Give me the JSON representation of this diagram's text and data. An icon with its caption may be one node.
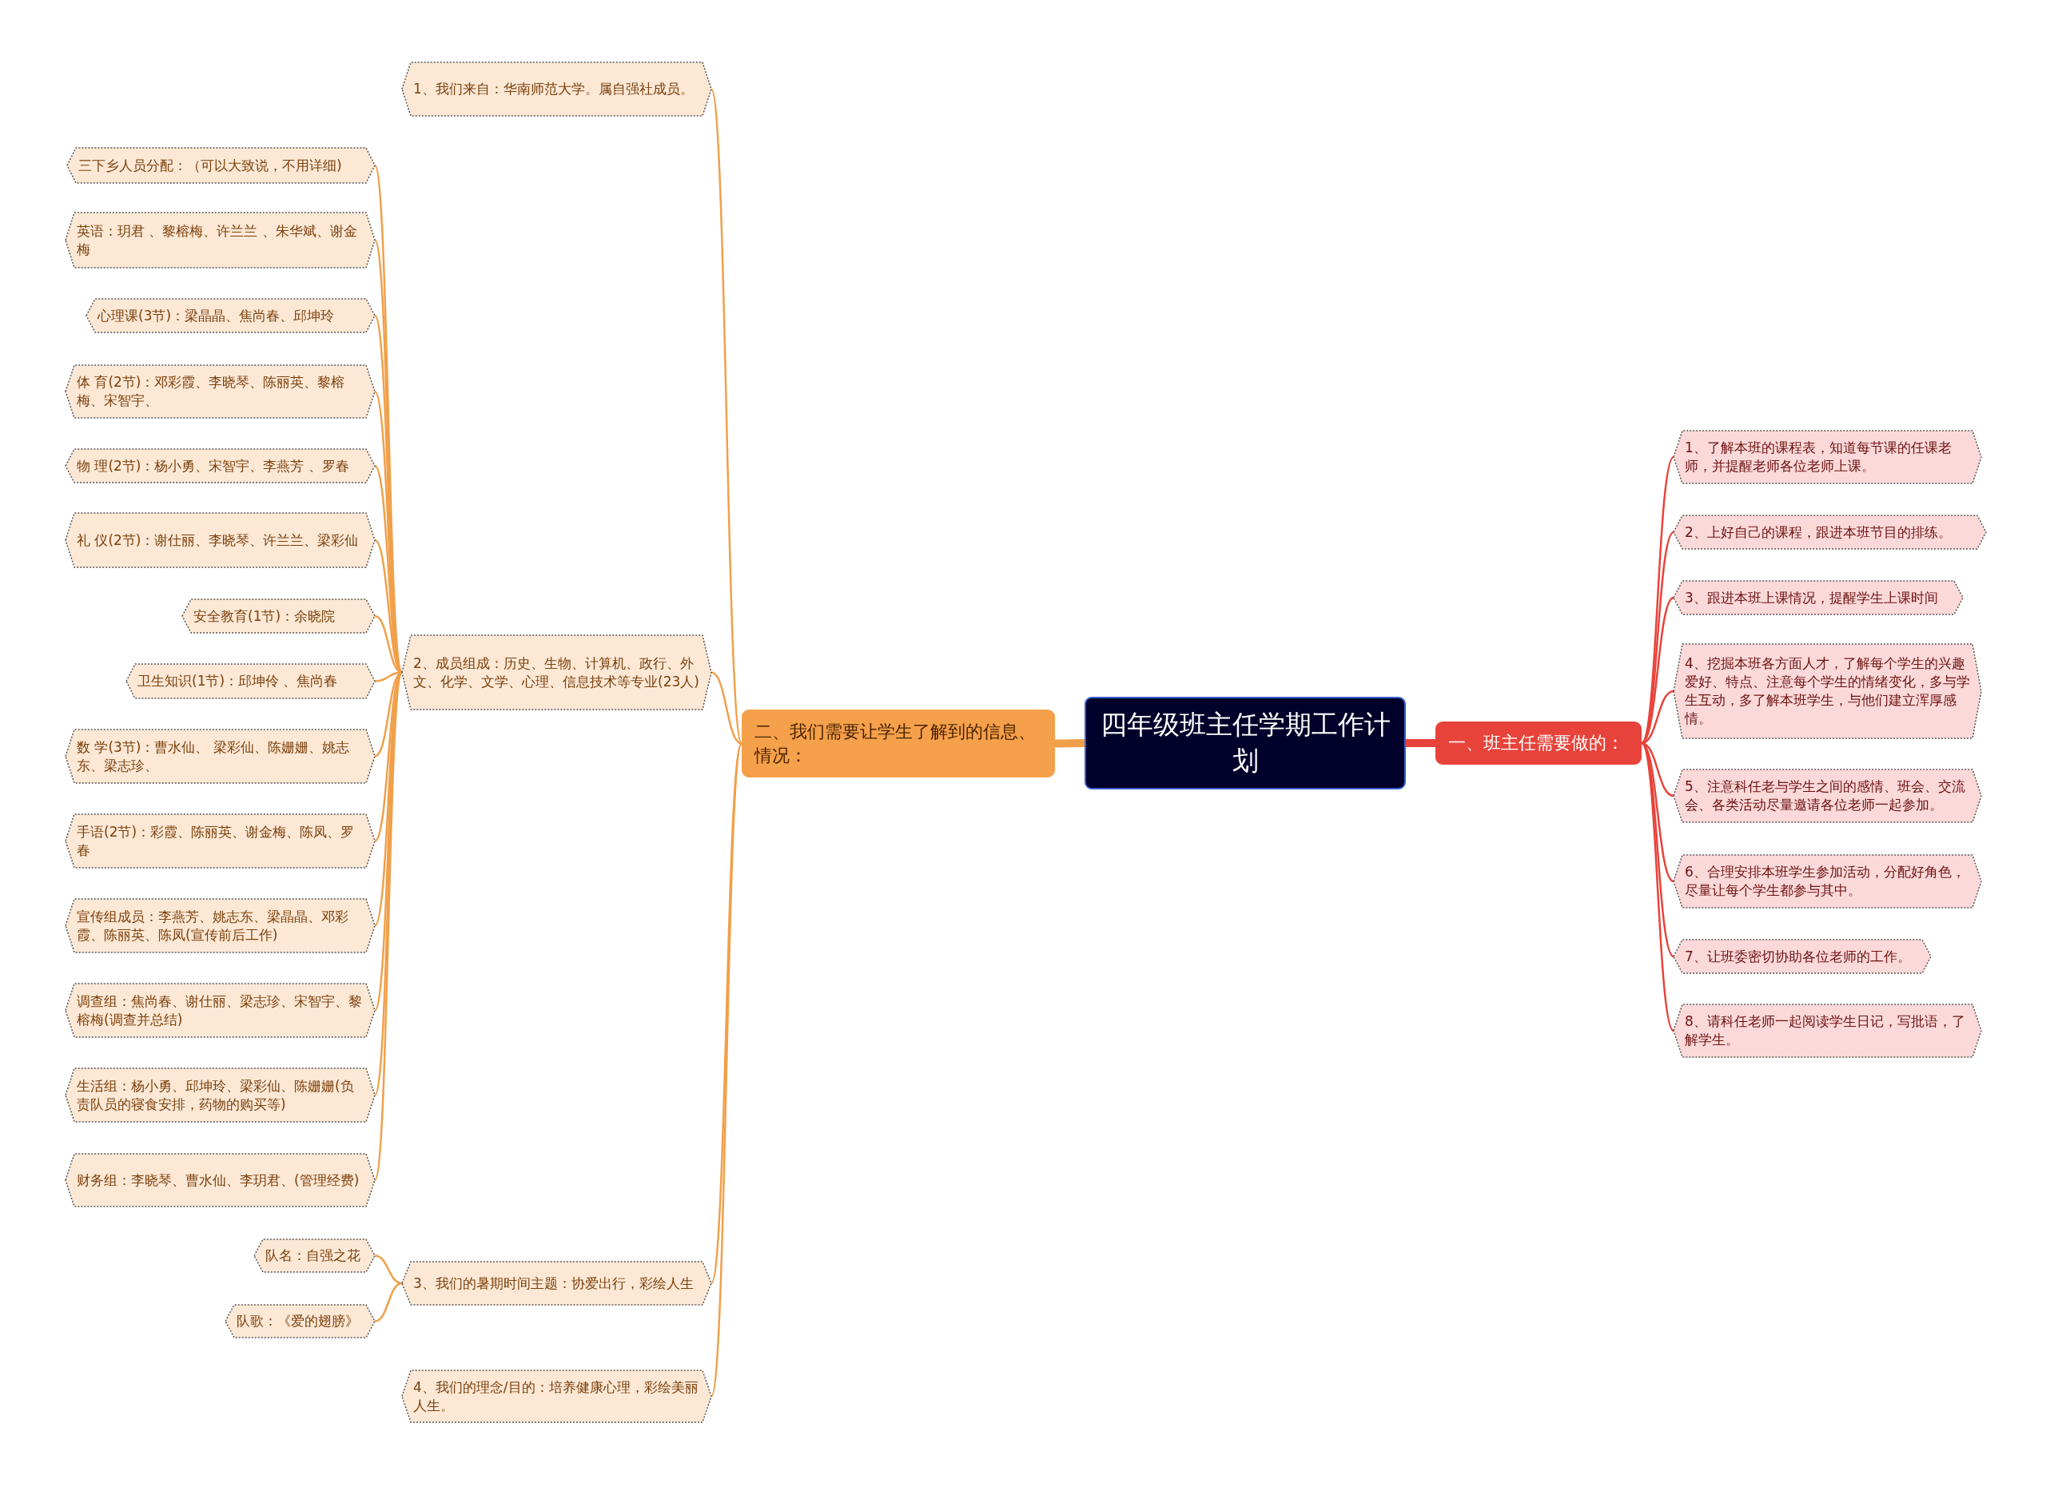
{
  "diagram": {
    "nodes": [
      {
        "text": [
          "四年级班主任学期工作计划"
        ]
      },
      {
        "text": [
          "一、班主任需要做的："
        ]
      },
      {
        "text": [
          "1、了解本班的课程表，知道每节课的任课老师，并提醒老师各位老师上课。"
        ]
      },
      {
        "text": [
          "2、上好自己的课程，跟进本班节目的排练。"
        ]
      },
      {
        "text": [
          "3、跟进本班上课情况，提醒学生上课时间"
        ]
      },
      {
        "text": [
          "4、挖掘本班各方面人才，了解每个学生的兴趣爱好、特点、注意每个学生的情绪变化，多与学生互动，多了解本班学生，与他们建立浑厚感情。"
        ]
      },
      {
        "text": [
          "5、注意科任老与学生之间的感情、班会、交流会、各类活动尽量邀请各位老师一起参加。"
        ]
      },
      {
        "text": [
          "6、合理安排本班学生参加活动，分配好角色，尽量让每个学生都参与其中。"
        ]
      },
      {
        "text": [
          "7、让班委密切协助各位老师的工作。"
        ]
      },
      {
        "text": [
          "8、请科任老师一起阅读学生日记，写批语，了解学生。"
        ]
      },
      {
        "text": [
          "二、我们需要让学生了解到的信息、情况："
        ]
      },
      {
        "text": [
          "1、我们来自：华南师范大学。属自强社成员。"
        ]
      },
      {
        "text": [
          "2、成员组成：历史、生物、计算机、政行、外文、化学、文学、心理、信息技术等专业(23人)"
        ]
      },
      {
        "text": [
          "三下乡人员分配：（可以大致说，不用详细)"
        ]
      },
      {
        "text": [
          "英语：玥君 、黎榕梅、许兰兰 、朱华斌、谢金梅"
        ]
      },
      {
        "text": [
          "心理课(3节)：梁晶晶、焦尚春、邱坤玲"
        ]
      },
      {
        "text": [
          "体 育(2节)：邓彩霞、李晓琴、陈丽英、黎榕梅、宋智宇、"
        ]
      },
      {
        "text": [
          "物 理(2节)：杨小勇、宋智宇、李燕芳 、罗春"
        ]
      },
      {
        "text": [
          "礼 仪(2节)：谢仕丽、李晓琴、许兰兰、梁彩仙"
        ]
      },
      {
        "text": [
          "安全教育(1节)：余晓院"
        ]
      },
      {
        "text": [
          "卫生知识(1节)：邱坤伶 、焦尚春"
        ]
      },
      {
        "text": [
          "数 学(3节)：曹水仙、 梁彩仙、陈姗姗、姚志东、梁志珍、"
        ]
      },
      {
        "text": [
          "手语(2节)：彩霞、陈丽英、谢金梅、陈凤、罗春"
        ]
      },
      {
        "text": [
          "宣传组成员：李燕芳、姚志东、梁晶晶、邓彩霞、陈丽英、陈凤(宣传前后工作)"
        ]
      },
      {
        "text": [
          "调查组：焦尚春、谢仕丽、梁志珍、宋智宇、黎榕梅(调查并总结)"
        ]
      },
      {
        "text": [
          "生活组：杨小勇、邱坤玲、梁彩仙、陈姗姗(负责队员的寝食安排，药物的购买等)"
        ]
      },
      {
        "text": [
          "财务组：李晓琴、曹水仙、李玥君、(管理经费)"
        ]
      },
      {
        "text": [
          "3、我们的暑期时间主题：协爱出行，彩绘人生"
        ]
      },
      {
        "text": [
          "队名：自强之花"
        ]
      },
      {
        "text": [
          "队歌：《爱的翅膀》"
        ]
      },
      {
        "text": [
          "4、我们的理念/目的：培养健康心理，彩绘美丽人生。"
        ]
      }
    ],
    "edges": [
      {
        "from": 0,
        "to": 1,
        "arrow": "none",
        "style": "thick",
        "color": "#e8433b"
      },
      {
        "from": 1,
        "to": 2,
        "arrow": "none",
        "color": "#e8433b"
      },
      {
        "from": 1,
        "to": 3,
        "arrow": "none",
        "color": "#e8433b"
      },
      {
        "from": 1,
        "to": 4,
        "arrow": "none",
        "color": "#e8433b"
      },
      {
        "from": 1,
        "to": 5,
        "arrow": "none",
        "color": "#e8433b"
      },
      {
        "from": 1,
        "to": 6,
        "arrow": "none",
        "color": "#e8433b"
      },
      {
        "from": 1,
        "to": 7,
        "arrow": "none",
        "color": "#e8433b"
      },
      {
        "from": 1,
        "to": 8,
        "arrow": "none",
        "color": "#e8433b"
      },
      {
        "from": 1,
        "to": 9,
        "arrow": "none",
        "color": "#e8433b"
      },
      {
        "from": 0,
        "to": 10,
        "arrow": "none",
        "style": "thick"
      },
      {
        "from": 10,
        "to": 11,
        "arrow": "none"
      },
      {
        "from": 10,
        "to": 12,
        "arrow": "none"
      },
      {
        "from": 12,
        "to": 13,
        "arrow": "none"
      },
      {
        "from": 12,
        "to": 14,
        "arrow": "none"
      },
      {
        "from": 12,
        "to": 15,
        "arrow": "none"
      },
      {
        "from": 12,
        "to": 16,
        "arrow": "none"
      },
      {
        "from": 12,
        "to": 17,
        "arrow": "none"
      },
      {
        "from": 12,
        "to": 18,
        "arrow": "none"
      },
      {
        "from": 12,
        "to": 19,
        "arrow": "none"
      },
      {
        "from": 12,
        "to": 20,
        "arrow": "none"
      },
      {
        "from": 12,
        "to": 21,
        "arrow": "none"
      },
      {
        "from": 12,
        "to": 22,
        "arrow": "none"
      },
      {
        "from": 12,
        "to": 23,
        "arrow": "none"
      },
      {
        "from": 12,
        "to": 24,
        "arrow": "none"
      },
      {
        "from": 12,
        "to": 25,
        "arrow": "none"
      },
      {
        "from": 12,
        "to": 26,
        "arrow": "none"
      },
      {
        "from": 10,
        "to": 27,
        "arrow": "none"
      },
      {
        "from": 27,
        "to": 28,
        "arrow": "none"
      },
      {
        "from": 27,
        "to": 29,
        "arrow": "none"
      },
      {
        "from": 10,
        "to": 30,
        "arrow": "none"
      }
    ]
  }
}
